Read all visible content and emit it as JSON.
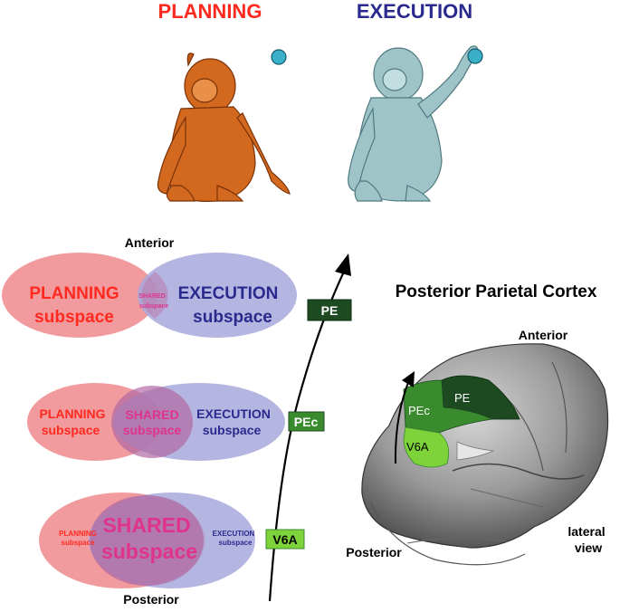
{
  "header": {
    "planning_title": "PLANNING",
    "execution_title": "EXECUTION"
  },
  "left_panel": {
    "anterior_label": "Anterior",
    "posterior_label": "Posterior",
    "rows": [
      {
        "planning": [
          "PLANNING",
          "subspace"
        ],
        "shared": [
          "SHARED",
          "subspace"
        ],
        "execution": [
          "EXECUTION",
          "subspace"
        ],
        "area_label": "PE"
      },
      {
        "planning": [
          "PLANNING",
          "subspace"
        ],
        "shared": [
          "SHARED",
          "subspace"
        ],
        "execution": [
          "EXECUTION",
          "subspace"
        ],
        "area_label": "PEc"
      },
      {
        "planning": [
          "PLANNING",
          "subspace"
        ],
        "shared": [
          "SHARED",
          "subspace"
        ],
        "execution": [
          "EXECUTION",
          "subspace"
        ],
        "area_label": "V6A"
      }
    ]
  },
  "brain_panel": {
    "title": "Posterior Parietal Cortex",
    "anterior_label": "Anterior",
    "posterior_label": "Posterior",
    "view_label": [
      "lateral",
      "view"
    ],
    "areas": [
      "PE",
      "PEc",
      "V6A"
    ]
  },
  "colors": {
    "planning": "#ff2a1f",
    "execution": "#2a2a8e",
    "shared": "#e0338a",
    "planning_fill": "#f08a8e",
    "execution_fill": "#a8a8dc",
    "pe_green": "#1e4a22",
    "pec_green": "#3a8a2e",
    "v6a_green": "#7ed23a",
    "monkey_planning": "#d2691e",
    "monkey_execution": "#9fc4c8",
    "target": "#3ab0c8"
  }
}
